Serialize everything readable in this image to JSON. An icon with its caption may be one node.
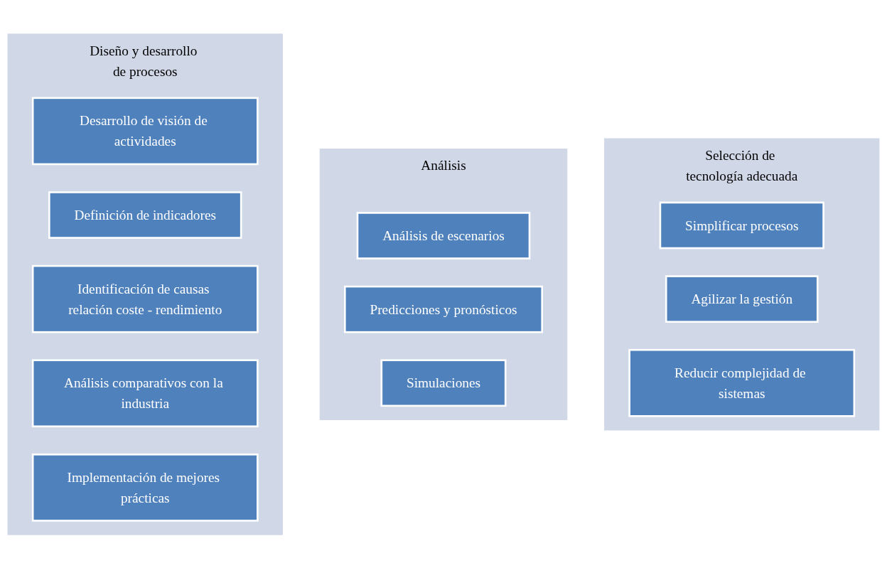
{
  "diagram": {
    "nodes": [
      {
        "text": [
          "Diseño y desarrollo de procesos"
        ]
      },
      {
        "text": [
          "Desarrollo de visión de actividades"
        ],
        "in": 0
      },
      {
        "text": [
          "Definición de indicadores"
        ],
        "in": 0
      },
      {
        "text": [
          "Identificación de causas relación coste - rendimiento"
        ],
        "in": 0
      },
      {
        "text": [
          "Análisis comparativos con la industria"
        ],
        "in": 0
      },
      {
        "text": [
          "Implementación de mejores prácticas"
        ],
        "in": 0
      },
      {
        "text": [
          "Análisis"
        ]
      },
      {
        "text": [
          "Análisis de escenarios"
        ],
        "in": 6
      },
      {
        "text": [
          "Predicciones y pronósticos"
        ],
        "in": 6
      },
      {
        "text": [
          "Simulaciones"
        ],
        "in": 6
      },
      {
        "text": [
          "Selección de tecnología adecuada"
        ]
      },
      {
        "text": [
          "Simplificar procesos"
        ],
        "in": 10
      },
      {
        "text": [
          "Agilizar la gestión"
        ],
        "in": 10
      },
      {
        "text": [
          "Reducir complejidad de sistemas"
        ],
        "in": 10
      }
    ]
  }
}
